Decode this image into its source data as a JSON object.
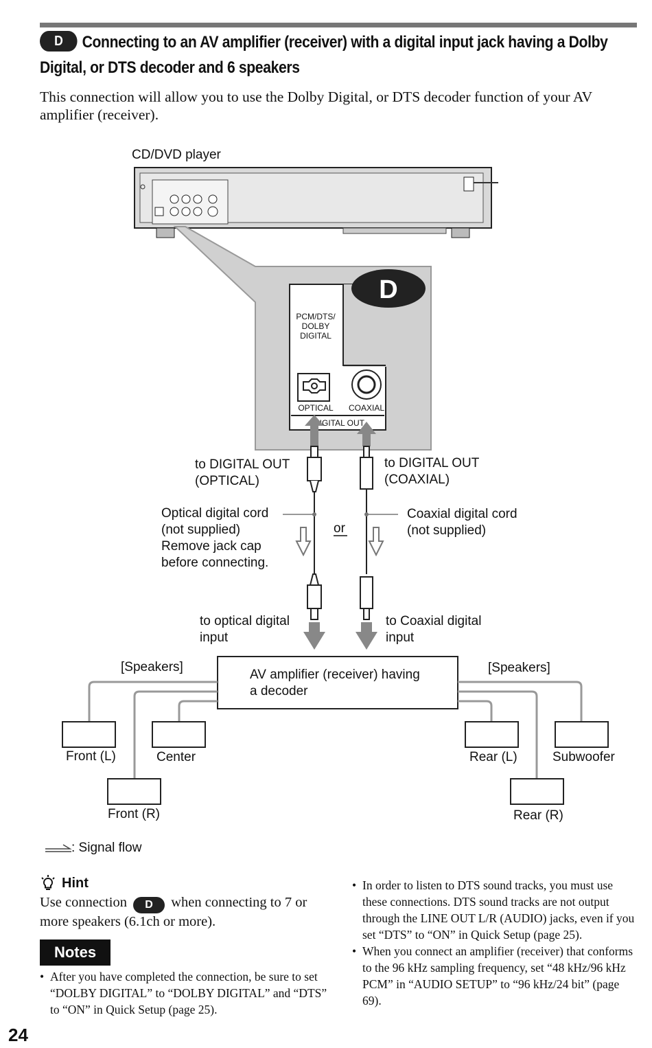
{
  "section": {
    "badge": "D",
    "title": "Connecting to an AV amplifier (receiver) with a digital input jack having a Dolby Digital, or DTS decoder and 6 speakers",
    "intro": "This connection will allow you to use the Dolby Digital, or DTS decoder function of your AV amplifier (receiver)."
  },
  "diagram": {
    "player_label": "CD/DVD player",
    "zoom_badge": "D",
    "panel_label_1": "PCM/DTS/",
    "panel_label_2": "DOLBY",
    "panel_label_3": "DIGITAL",
    "optical_jack": "OPTICAL",
    "coaxial_jack": "COAXIAL",
    "digital_out": "DIGITAL OUT",
    "to_optical_1": "to DIGITAL OUT",
    "to_optical_2": "(OPTICAL)",
    "to_coaxial_1": "to DIGITAL OUT",
    "to_coaxial_2": "(COAXIAL)",
    "optical_cord_1": "Optical digital cord",
    "optical_cord_2": "(not supplied)",
    "optical_cord_3": "Remove jack cap",
    "optical_cord_4": "before connecting.",
    "or": "or",
    "coaxial_cord_1": "Coaxial digital cord",
    "coaxial_cord_2": "(not supplied)",
    "optical_input_1": "to optical digital",
    "optical_input_2": "input",
    "coaxial_input_1": "to Coaxial digital",
    "coaxial_input_2": "input",
    "speakers_left": "[Speakers]",
    "speakers_right": "[Speakers]",
    "amplifier_1": "AV amplifier (receiver) having",
    "amplifier_2": "a decoder",
    "front_l": "Front (L)",
    "center": "Center",
    "front_r": "Front (R)",
    "rear_l": "Rear (L)",
    "subwoofer": "Subwoofer",
    "rear_r": "Rear (R)",
    "signal_flow": ": Signal flow"
  },
  "hint": {
    "heading": "Hint",
    "text_before": "Use connection",
    "badge": "D",
    "text_after": "when connecting to 7 or more speakers (6.1ch or more)."
  },
  "notes": {
    "heading": "Notes",
    "left": [
      "After you have completed the connection, be sure to set “DOLBY DIGITAL” to “DOLBY DIGITAL” and “DTS” to “ON” in Quick Setup (page 25)."
    ],
    "right": [
      "In order to listen to DTS sound tracks, you must use these connections. DTS sound tracks are not output through the LINE OUT L/R (AUDIO) jacks, even if you set “DTS” to “ON” in Quick Setup (page 25).",
      "When you connect an amplifier (receiver) that conforms to the 96 kHz sampling frequency, set “48 kHz/96 kHz PCM” in “AUDIO SETUP” to “96 kHz/24 bit” (page 69)."
    ]
  },
  "page_number": "24"
}
